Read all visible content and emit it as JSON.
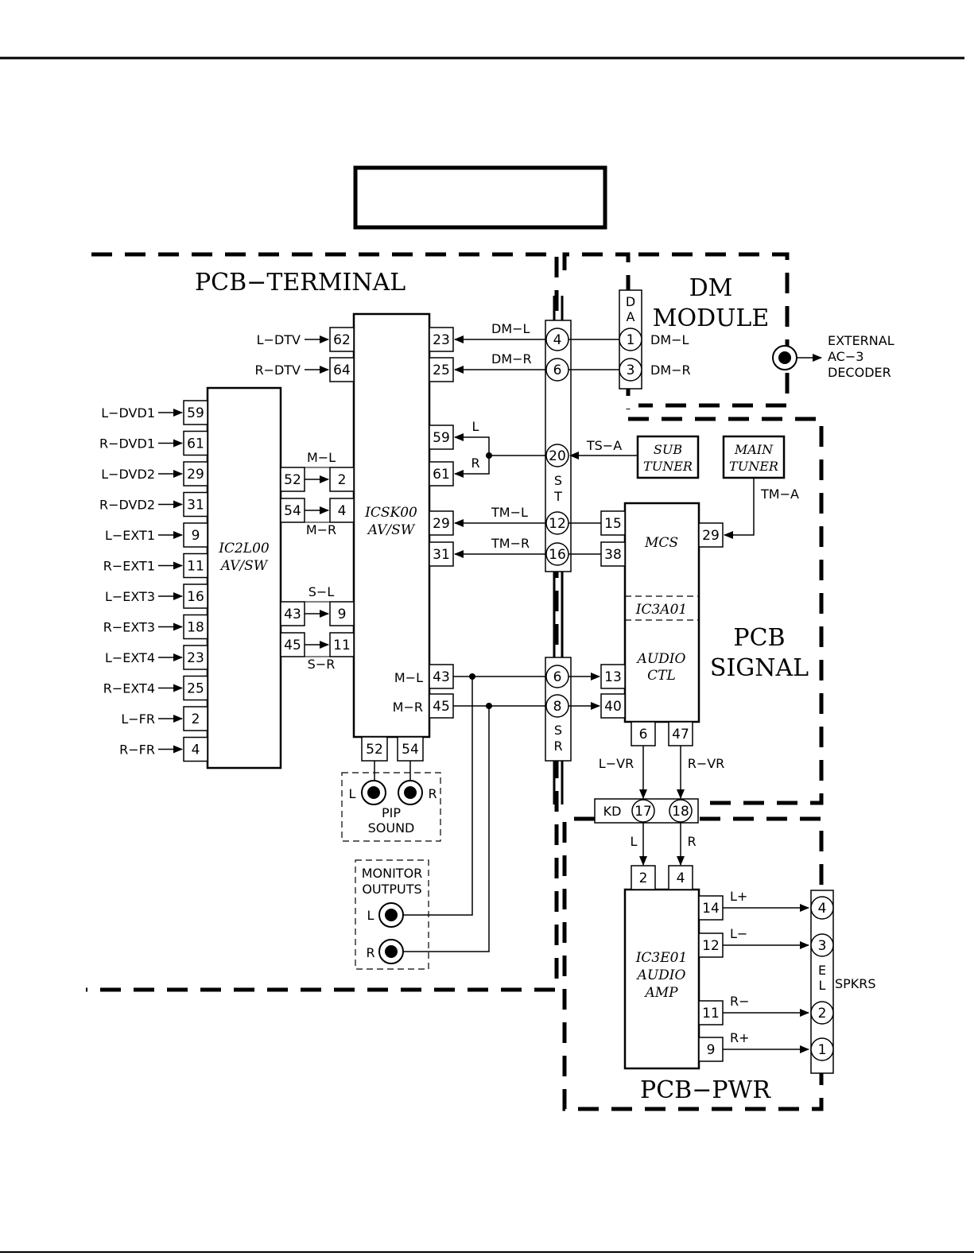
{
  "colors": {
    "ink": "#000000",
    "paper": "#ffffff"
  },
  "title_box": {
    "text": ""
  },
  "zones": {
    "terminal": "PCB−TERMINAL",
    "dm_module": [
      "DM",
      "MODULE"
    ],
    "signal": [
      "PCB",
      "SIGNAL"
    ],
    "power": "PCB−PWR"
  },
  "ics": {
    "icsk00": [
      "ICSK00",
      "AV/SW"
    ],
    "ic2l00": [
      "IC2L00",
      "AV/SW"
    ],
    "mcs": "MCS",
    "ic3a01": "IC3A01",
    "audio_ctl": [
      "AUDIO",
      "CTL"
    ],
    "ic3e01": [
      "IC3E01",
      "AUDIO",
      "AMP"
    ]
  },
  "tuners": {
    "sub": [
      "SUB",
      "TUNER"
    ],
    "main": [
      "MAIN",
      "TUNER"
    ]
  },
  "connectors": {
    "da": [
      "D",
      "A"
    ],
    "st": [
      "S",
      "T"
    ],
    "sr": [
      "S",
      "R"
    ],
    "kd": "KD",
    "el": [
      "E",
      "L"
    ]
  },
  "inputs_ic2l00": [
    {
      "label": "L−DVD1",
      "pin": "59"
    },
    {
      "label": "R−DVD1",
      "pin": "61"
    },
    {
      "label": "L−DVD2",
      "pin": "29"
    },
    {
      "label": "R−DVD2",
      "pin": "31"
    },
    {
      "label": "L−EXT1",
      "pin": "9"
    },
    {
      "label": "R−EXT1",
      "pin": "11"
    },
    {
      "label": "L−EXT3",
      "pin": "16"
    },
    {
      "label": "R−EXT3",
      "pin": "18"
    },
    {
      "label": "L−EXT4",
      "pin": "23"
    },
    {
      "label": "R−EXT4",
      "pin": "25"
    },
    {
      "label": "L−FR",
      "pin": "2"
    },
    {
      "label": "R−FR",
      "pin": "4"
    }
  ],
  "inputs_dtv": [
    {
      "label": "L−DTV",
      "pin": "62"
    },
    {
      "label": "R−DTV",
      "pin": "64"
    }
  ],
  "links_2l_to_sk": [
    {
      "out_pin": "52",
      "in_pin": "2",
      "label": "M−L"
    },
    {
      "out_pin": "54",
      "in_pin": "4",
      "label": "M−R"
    },
    {
      "out_pin": "43",
      "in_pin": "9",
      "label": "S−L"
    },
    {
      "out_pin": "45",
      "in_pin": "11",
      "label": "S−R"
    }
  ],
  "icsk00_right_pins": [
    "23",
    "25",
    "59",
    "61",
    "29",
    "31",
    "43",
    "45"
  ],
  "icsk00_bottom_pins": [
    "52",
    "54"
  ],
  "icsk00_outputs": [
    "M−L",
    "M−R"
  ],
  "signal_labels": {
    "dm_l": "DM−L",
    "dm_r": "DM−R",
    "l": "L",
    "r": "R",
    "ts_a": "TS−A",
    "tm_l": "TM−L",
    "tm_r": "TM−R",
    "tm_a": "TM−A",
    "l_vr": "L−VR",
    "r_vr": "R−VR",
    "l_plus": "L+",
    "l_minus": "L−",
    "r_minus": "R−",
    "r_plus": "R+"
  },
  "da_pins": [
    "1",
    "3"
  ],
  "st_pins": [
    "4",
    "6",
    "20",
    "12",
    "16"
  ],
  "sr_pins": [
    "6",
    "8"
  ],
  "mcs_pins": {
    "left": [
      "15",
      "38"
    ],
    "right": "29"
  },
  "audio_ctl_pins": {
    "left": [
      "13",
      "40"
    ],
    "bottom": [
      "6",
      "47"
    ]
  },
  "kd_pins": [
    "17",
    "18"
  ],
  "amp_pins": {
    "top": [
      "2",
      "4"
    ],
    "right": [
      "14",
      "12",
      "11",
      "9"
    ]
  },
  "el_pins": [
    "4",
    "3",
    "2",
    "1"
  ],
  "jacks": {
    "pip": {
      "l": "L",
      "r": "R",
      "label": [
        "PIP",
        "SOUND"
      ]
    },
    "monitor": {
      "label": [
        "MONITOR",
        "OUTPUTS"
      ],
      "l": "L",
      "r": "R"
    },
    "external": [
      "EXTERNAL",
      "AC−3",
      "DECODER"
    ]
  },
  "speakers": "SPKRS"
}
